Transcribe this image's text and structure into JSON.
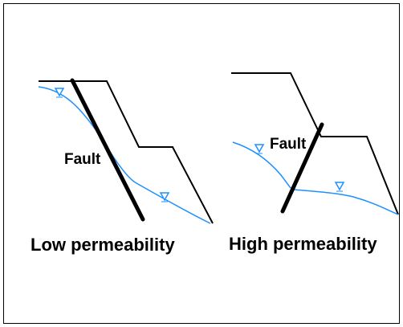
{
  "diagram": {
    "panels": [
      {
        "fault_label": "Fault",
        "caption": "Low permeability"
      },
      {
        "fault_label": "Fault",
        "caption": "High permeability"
      }
    ],
    "colors": {
      "terrain": "#000000",
      "fault": "#000000",
      "water_table": "#1e90ff"
    },
    "icons": {
      "water_table_marker": "inverted-triangle-icon"
    }
  }
}
